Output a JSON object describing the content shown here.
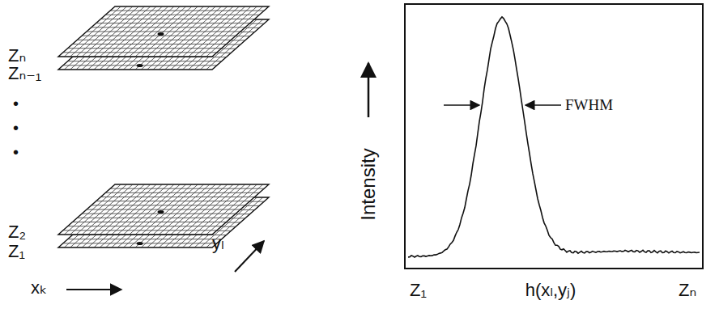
{
  "diagram": {
    "labels": [
      "Zₙ",
      "Zₙ₋₁",
      "•",
      "•",
      "•",
      "Z₂",
      "Z₁",
      "xₖ",
      "yₗ",
      "Intensity",
      "FWHM",
      "Z₁",
      "h(xₗ,yⱼ)",
      "Zₙ"
    ]
  }
}
